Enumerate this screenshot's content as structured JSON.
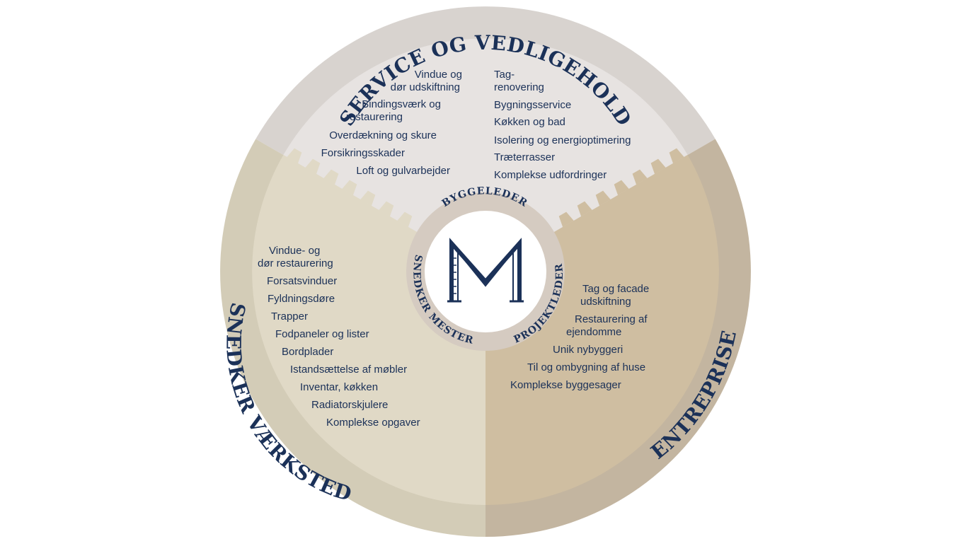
{
  "colors": {
    "text": "#1b3158",
    "service_outer": "#d8d3cf",
    "service_inner": "#e7e3e1",
    "snedker_outer": "#d3ccb7",
    "snedker_inner": "#e0d9c6",
    "entreprise_outer": "#c3b5a0",
    "entreprise_inner": "#cfbea1",
    "role_ring": "#d5cbc1",
    "center": "#ffffff"
  },
  "sections": {
    "service": {
      "title": "SERVICE OG VEDLIGEHOLD",
      "items_left": [
        "Vindue og",
        "dør udskiftning",
        "Bindingsværk og",
        "restaurering",
        "Overdækning og skure",
        "Forsikringsskader",
        "Loft og gulvarbejder"
      ],
      "items_right": [
        "Tag-",
        "renovering",
        "Bygningsservice",
        "Køkken og bad",
        "Isolering og energioptimering",
        "Træterrasser",
        "Komplekse udfordringer"
      ]
    },
    "snedker": {
      "title": "SNEDKER VÆRKSTED",
      "items": [
        "Vindue- og",
        "dør restaurering",
        "Forsatsvinduer",
        "Fyldningsdøre",
        "Trapper",
        "Fodpaneler og lister",
        "Bordplader",
        "Istandsættelse af møbler",
        "Inventar, køkken",
        "Radiatorskjulere",
        "Komplekse opgaver"
      ]
    },
    "entreprise": {
      "title": "ENTREPRISE",
      "items": [
        "Tag og facade",
        "udskiftning",
        "Restaurering af",
        "ejendomme",
        "Unik nybyggeri",
        "Til og ombygning af huse",
        "Komplekse byggesager"
      ]
    }
  },
  "roles": {
    "byggeleder": "BYGGELEDER",
    "snedker_mester": "SNEDKER MESTER",
    "projektleder": "PROJEKTLEDER"
  },
  "logo": {
    "icon": "m-logo-icon"
  }
}
